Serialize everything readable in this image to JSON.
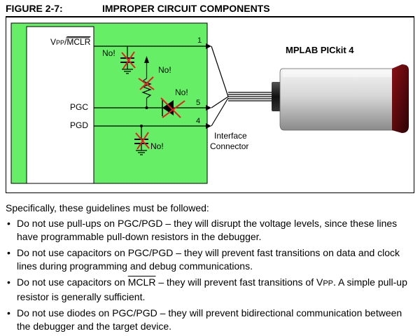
{
  "figure": {
    "number": "FIGURE 2-7:",
    "title": "IMPROPER CIRCUIT COMPONENTS"
  },
  "diagram": {
    "pin_vpp_prefix": "V",
    "pin_vpp_sub": "PP",
    "pin_vpp_sep": "/",
    "pin_vpp_mclr": "MCLR",
    "pin_pgc": "PGC",
    "pin_pgd": "PGD",
    "pin1": "1",
    "pin5": "5",
    "pin4": "4",
    "no_label": "No!",
    "debugger_name": "MPLAB PICkit 4",
    "interface_line1": "Interface",
    "interface_line2": "Connector",
    "colors": {
      "board": "#66ee66",
      "no_mark": "#e02020",
      "arrow_dark": "#b0181a",
      "debugger_body": "#c8c8c8"
    }
  },
  "text": {
    "intro": "Specifically, these guidelines must be followed:",
    "bullet": "•",
    "rule1": "Do not use pull-ups on PGC/PGD – they will disrupt the voltage levels, since these lines have programmable pull-down resistors in the debugger.",
    "rule2": "Do not use capacitors on PGC/PGD – they will prevent fast transitions on data and clock lines during programming and debug communications.",
    "rule3_pre": "Do not use capacitors on ",
    "rule3_mclr": "MCLR",
    "rule3_mid": " – they will prevent fast transitions of V",
    "rule3_sub": "PP",
    "rule3_post": ". A simple pull-up resistor is generally sufficient.",
    "rule4": "Do not use diodes on PGC/PGD – they will prevent bidirectional communication between the debugger and the target device."
  }
}
